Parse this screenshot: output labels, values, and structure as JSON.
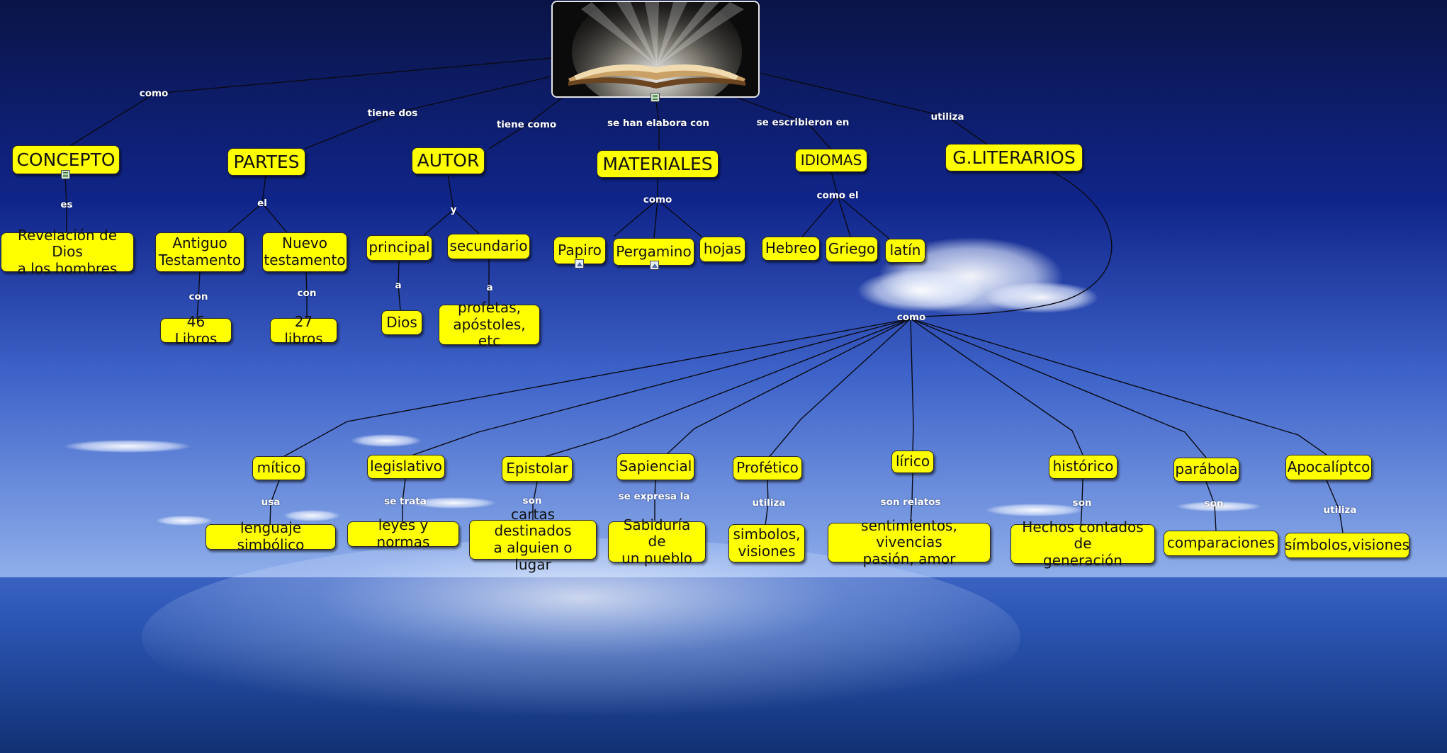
{
  "colors": {
    "node_fill": "#ffff00",
    "link_text": "#ffffff",
    "line": "#0a0a14",
    "sky_top": "#0a1446",
    "sky_bottom": "#6d8fd8",
    "sea": "#1d3f8c"
  },
  "root": {
    "icon": "open-bible-image"
  },
  "nodes": {
    "concepto": "CONCEPTO",
    "partes": "PARTES",
    "autor": "AUTOR",
    "materiales": "MATERIALES",
    "idiomas": "IDIOMAS",
    "g_literarios": "G.LITERARIOS",
    "revelacion": "Revelación de Dios\na los hombres",
    "antiguo": "Antiguo\nTestamento",
    "nuevo": "Nuevo\ntestamento",
    "libros46": "46 Libros",
    "libros27": "27 libros",
    "principal": "principal",
    "secundario": "secundario",
    "dios": "Dios",
    "profetas": "profetas,\napóstoles, etc",
    "papiro": "Papiro",
    "pergamino": "Pergamino",
    "hojas": "hojas",
    "hebreo": "Hebreo",
    "griego": "Griego",
    "latin": "latín",
    "mitico": "mítico",
    "legislativo": "legislativo",
    "epistolar": "Epistolar",
    "sapiencial": "Sapiencial",
    "profetico": "Profético",
    "lirico": "lírico",
    "historico": "histórico",
    "parabola": "parábola",
    "apocaliptico": "Apocalíptco",
    "lenguaje": "lenguaje simbólico",
    "leyes": "leyes y normas",
    "cartas": "cartas destinados\na alguien o lugar",
    "sabiduria": "Sabiduría de\nun pueblo",
    "simbolos_vis": "simbolos,\nvisiones",
    "sentimientos": "sentimientos, vivencias\npasión, amor",
    "hechos": "Hechos contados de\ngeneración",
    "comparaciones": "comparaciones",
    "simbolos_apo": "símbolos,visiones"
  },
  "links": {
    "como_concepto": "como",
    "tiene_dos": "tiene dos",
    "tiene_como": "tiene como",
    "se_han_elabora": "se han elabora con",
    "se_escribieron": "se escribieron en",
    "utiliza_top": "utiliza",
    "es": "es",
    "el": "el",
    "con1": "con",
    "con2": "con",
    "y": "y",
    "a1": "a",
    "a2": "a",
    "como_mat": "como",
    "como_el": "como el",
    "como_gen": "como",
    "usa": "usa",
    "se_trata": "se trata",
    "son_epi": "son",
    "se_expresa": "se expresa la",
    "utiliza_pro": "utiliza",
    "son_relatos": "son relatos",
    "son_his": "son",
    "son_par": "son",
    "utiliza_apo": "utiliza"
  }
}
